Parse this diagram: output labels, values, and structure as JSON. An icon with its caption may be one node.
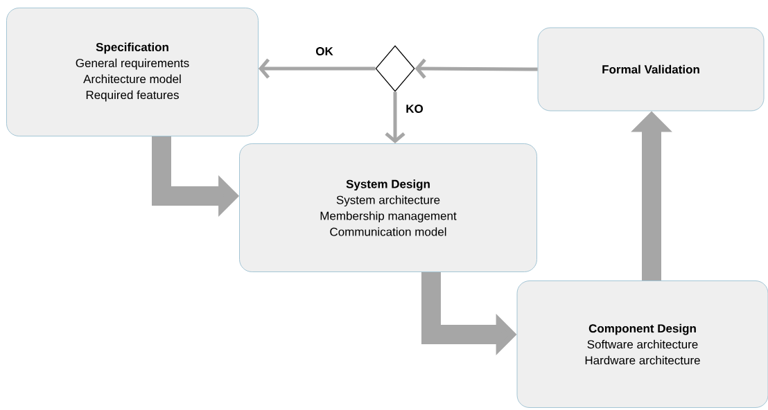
{
  "diagram": {
    "nodes": [
      {
        "text": [
          "Specification",
          "General requirements",
          "Architecture model",
          "Required features"
        ]
      },
      {
        "text": [],
        "shape": "diamond"
      },
      {
        "text": [
          "Formal Validation"
        ]
      },
      {
        "text": [
          "System Design",
          "System architecture",
          "Membership management",
          "Communication model"
        ]
      },
      {
        "text": [
          "Component Design",
          "Software architecture",
          "Hardware architecture"
        ]
      }
    ],
    "edges": [
      {
        "from": 1,
        "to": 0,
        "arrow": "to",
        "label": "OK"
      },
      {
        "from": 2,
        "to": 1,
        "arrow": "to"
      },
      {
        "from": 1,
        "to": 3,
        "arrow": "to",
        "label": "KO"
      },
      {
        "from": 0,
        "to": 3,
        "arrow": "to",
        "style": "thick"
      },
      {
        "from": 3,
        "to": 4,
        "arrow": "to",
        "style": "thick"
      },
      {
        "from": 4,
        "to": 2,
        "arrow": "to",
        "style": "thick"
      }
    ]
  }
}
